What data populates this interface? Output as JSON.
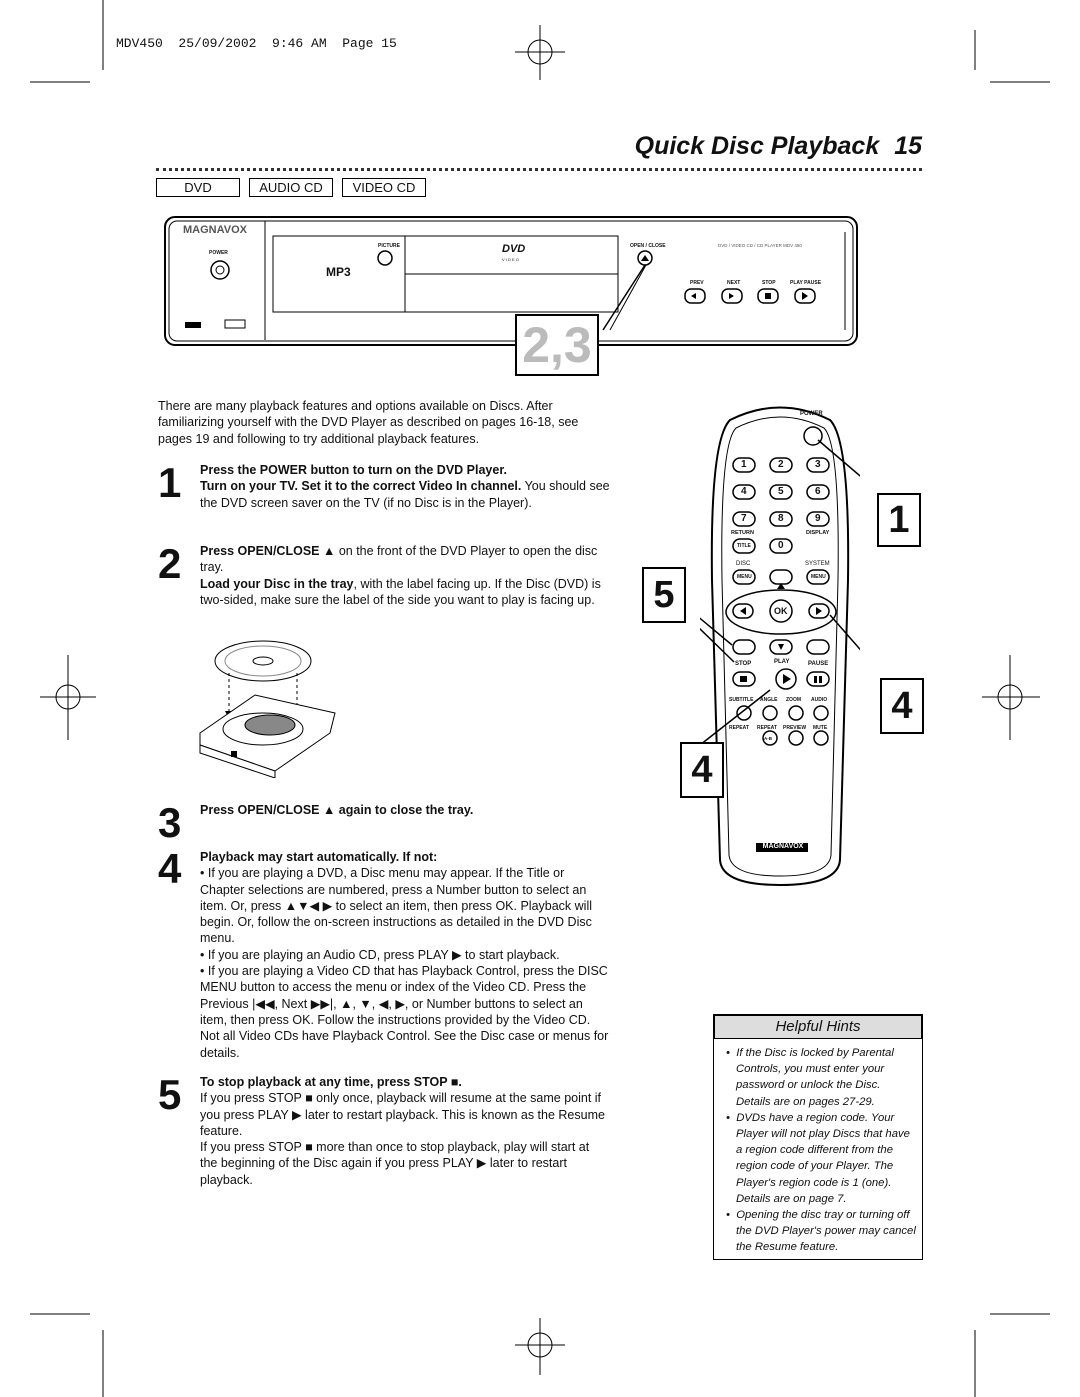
{
  "header": {
    "print_line": "MDV450  25/09/2002  9:46 AM  Page 15",
    "title": "Quick Disc Playback",
    "page_number": "15"
  },
  "disc_tags": [
    "DVD",
    "AUDIO CD",
    "VIDEO CD"
  ],
  "player": {
    "brand": "MAGNAVOX",
    "power_label": "POWER",
    "picture_label": "PICTURE",
    "open_close_label": "OPEN / CLOSE",
    "model_label": "DVD / VIDEO CD / CD PLAYER  MDV 450",
    "mp3_label": "MP3",
    "dvd_logo": "DVD",
    "dvd_logo_sub": "V I D E O",
    "buttons": [
      "PREV",
      "NEXT",
      "STOP",
      "PLAY PAUSE"
    ],
    "callout": "2,3"
  },
  "intro": "There are many playback features and options available on Discs. After familiarizing yourself with the DVD Player as described on pages 16-18, see pages 19 and following to try additional playback features.",
  "steps": {
    "s1": {
      "num": "1",
      "b1": "Press the POWER button to turn on the DVD Player.",
      "b2": "Turn on your TV. Set it to the correct Video In channel.",
      "t2": " You should see the DVD screen saver on the TV (if no Disc is in the Player)."
    },
    "s2": {
      "num": "2",
      "b1": "Press OPEN/CLOSE ▲",
      "t1": " on the front of the DVD Player to open the disc tray.",
      "b2": "Load your Disc in the tray",
      "t2": ", with the label facing up. If the Disc (DVD) is two-sided, make sure the label of the side you want to play is facing up."
    },
    "s3": {
      "num": "3",
      "b1": "Press OPEN/CLOSE ▲ again to close the tray."
    },
    "s4": {
      "num": "4",
      "b1": "Playback may start automatically. If not:",
      "p1": "• If you are playing a DVD, a Disc menu may appear. If the Title or Chapter selections are numbered, press a Number button to select an item. Or, press ▲▼◀ ▶ to select an item, then press OK. Playback will begin. Or, follow the on-screen instructions as detailed in the DVD Disc menu.",
      "p2": "• If you are playing an Audio CD, press PLAY ▶ to start playback.",
      "p3": "• If you are playing a Video CD that has Playback Control, press the DISC MENU button to access the menu or index of the Video CD. Press the Previous |◀◀, Next ▶▶|, ▲, ▼, ◀, ▶, or Number buttons to select an item, then press OK. Follow the instructions provided by the Video CD. Not all Video CDs have Playback Control. See the Disc case or menus for details."
    },
    "s5": {
      "num": "5",
      "b1": "To stop playback at any time, press STOP ■.",
      "p1": "If you press STOP ■ only once, playback will resume at the same point if you press PLAY ▶ later to restart playback. This is known as the Resume feature.",
      "p2": "If you press STOP ■ more than once to stop playback, play will start at the beginning of the Disc again if you press PLAY ▶ later to restart playback."
    }
  },
  "remote": {
    "power": "POWER",
    "digits": [
      "1",
      "2",
      "3",
      "4",
      "5",
      "6",
      "7",
      "8",
      "9",
      "0"
    ],
    "return": "RETURN",
    "display": "DISPLAY",
    "title": "TITLE",
    "disc": "DISC",
    "system": "SYSTEM",
    "menu": "MENU",
    "ok": "OK",
    "stop": "STOP",
    "play": "PLAY",
    "pause": "PAUSE",
    "row_a": [
      "SUBTITLE",
      "ANGLE",
      "ZOOM",
      "AUDIO"
    ],
    "row_b": [
      "REPEAT",
      "REPEAT",
      "PREVIEW",
      "MUTE"
    ],
    "ab": "A-B",
    "brand": "MAGNAVOX",
    "callouts": [
      "1",
      "5",
      "4",
      "4"
    ]
  },
  "hints": {
    "heading": "Helpful Hints",
    "items": [
      "If the Disc is locked by Parental Controls, you must enter your password or unlock the Disc. Details are on pages 27-29.",
      "DVDs have a region code. Your Player will not play Discs that have a region code different from the region code of your Player. The Player's region code is 1 (one). Details are on page 7.",
      "Opening the disc tray or turning off the DVD Player's power may cancel the Resume feature."
    ]
  }
}
